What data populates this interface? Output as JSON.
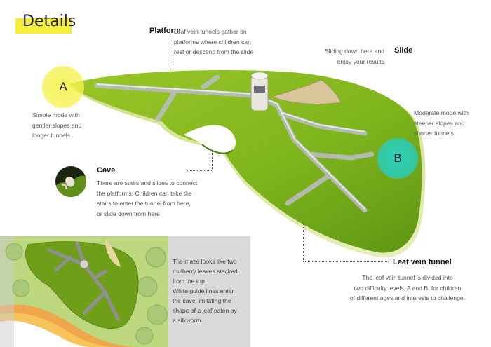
{
  "title": "Details",
  "platform": {
    "heading": "Platform",
    "lines": [
      "Leaf vein tunnels gather on",
      "platforms where children can",
      "rest or descend from the slide"
    ]
  },
  "slide": {
    "heading": "Slide",
    "lines": [
      "Sliding down here and",
      "enjoy your results"
    ]
  },
  "mode_a": {
    "badge": "A",
    "lines": [
      "Simple mode with",
      "gentler slopes and",
      "longer tunnels"
    ]
  },
  "mode_b": {
    "badge": "B",
    "lines": [
      "Moderate mode with",
      "steeper slopes and",
      "shorter tunnels"
    ]
  },
  "cave": {
    "heading": "Cave",
    "lines": [
      "There are stairs and slides to connect",
      "the platforms. Children can take the",
      "stairs to enter the tunnel from here,",
      "or slide down from here"
    ]
  },
  "tunnel": {
    "heading": "Leaf vein tunnel",
    "lines": [
      "The leaf vein tunnel is divided into",
      "two difficulty levels, A and B, for children",
      "of different ages and interests to challenge."
    ]
  },
  "plan": {
    "lines": [
      "The maze looks like two",
      "mulberry leaves stacked",
      "from the top.",
      "White guide lines enter",
      "the cave, imitating the",
      "shape of a leaf eaten by",
      "a silkworm."
    ]
  },
  "colors": {
    "accent_yellow": "#f4ef3a",
    "accent_teal": "#2fcfc0",
    "leaf_green": "#86b81f"
  }
}
